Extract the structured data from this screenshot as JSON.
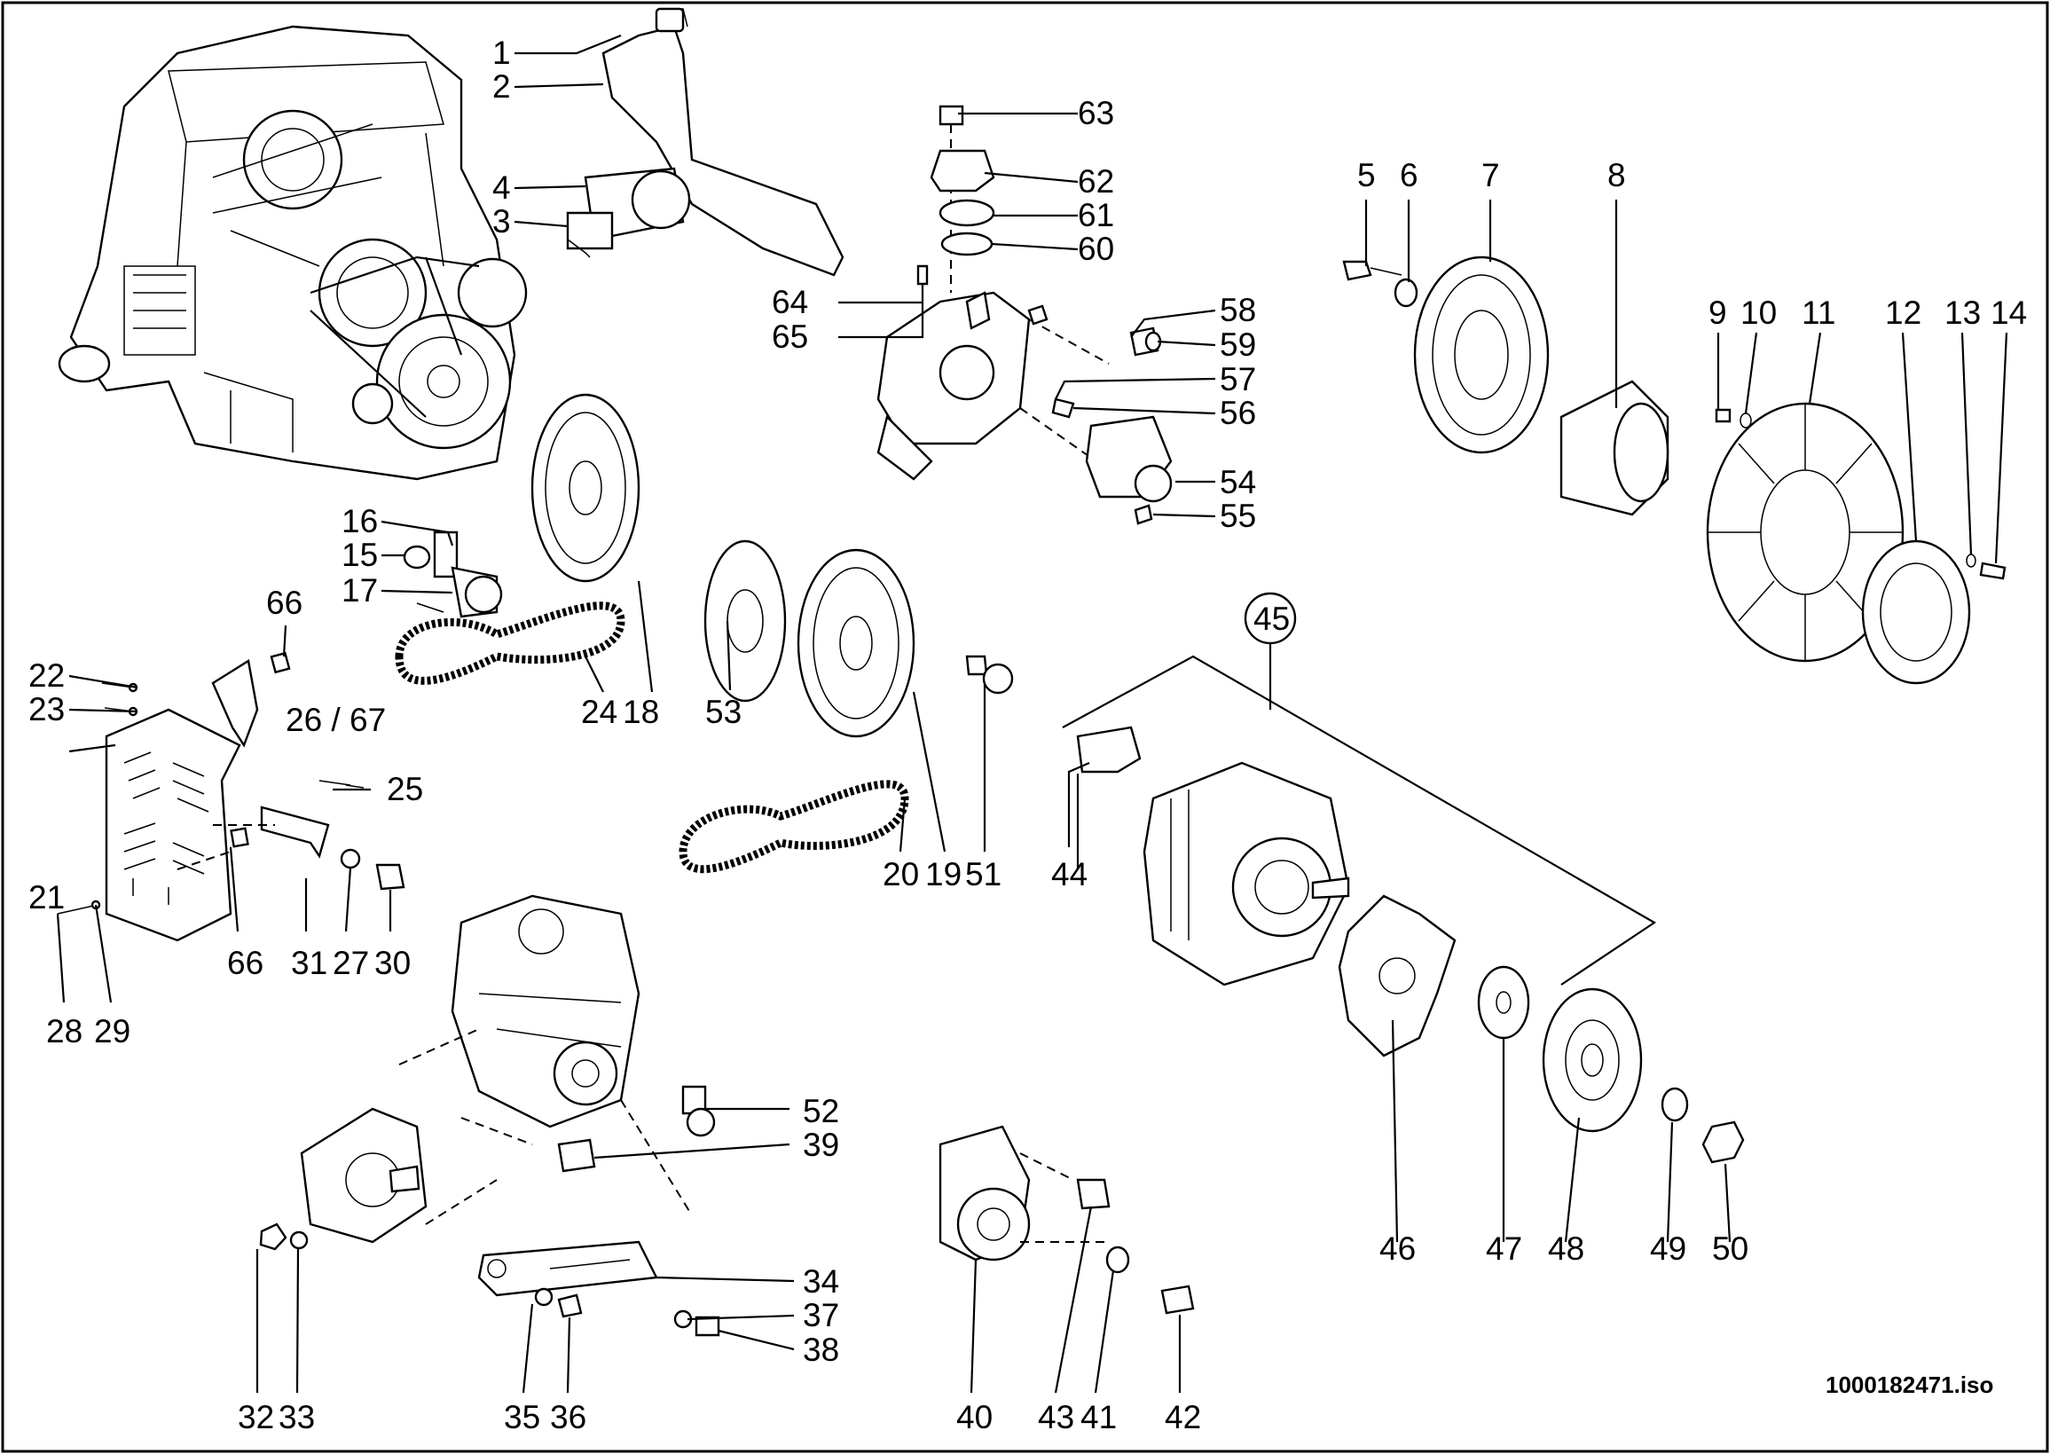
{
  "diagram": {
    "sheet_id": "1000182471.iso",
    "part_numbers": [
      "1",
      "2",
      "3",
      "4",
      "5",
      "6",
      "7",
      "8",
      "9",
      "10",
      "11",
      "12",
      "13",
      "14",
      "15",
      "16",
      "17",
      "18",
      "19",
      "20",
      "21",
      "22",
      "23",
      "24",
      "25",
      "26 / 67",
      "27",
      "28",
      "29",
      "30",
      "31",
      "32",
      "33",
      "34",
      "35",
      "36",
      "37",
      "38",
      "39",
      "40",
      "41",
      "42",
      "43",
      "44",
      "45",
      "46",
      "47",
      "48",
      "49",
      "50",
      "51",
      "52",
      "53",
      "54",
      "55",
      "56",
      "57",
      "58",
      "59",
      "60",
      "61",
      "62",
      "63",
      "64",
      "65",
      "66"
    ]
  }
}
